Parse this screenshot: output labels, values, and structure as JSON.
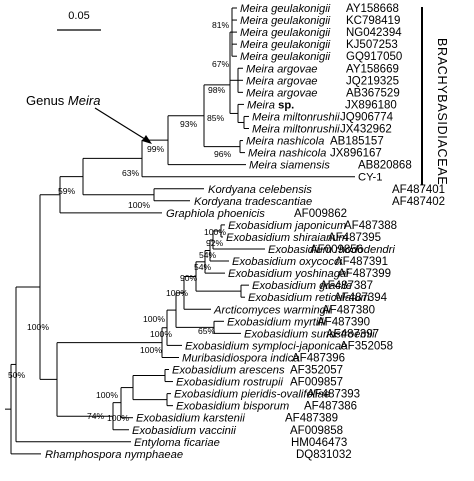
{
  "scale_bar": {
    "label": "0.05"
  },
  "family_label": "BRACHYBASIDIACEAE",
  "clade_annotation": {
    "prefix": "Genus ",
    "genus": "Meira"
  },
  "taxa": [
    {
      "name": "Meira geulakonigii",
      "accession": "AY158668"
    },
    {
      "name": "Meira geulakonigii",
      "accession": "KC798419"
    },
    {
      "name": "Meira geulakonigii",
      "accession": "NG042394"
    },
    {
      "name": "Meira geulakonigii",
      "accession": "KJ507253"
    },
    {
      "name": "Meira geulakonigii",
      "accession": "GQ917050"
    },
    {
      "name": "Meira argovae",
      "accession": "AY158669"
    },
    {
      "name": "Meira argovae",
      "accession": "JQ219325"
    },
    {
      "name": "Meira argovae",
      "accession": "AB367529"
    },
    {
      "name": "Meira sp.",
      "accession": "JX896180"
    },
    {
      "name": "Meira miltonrushii",
      "accession": "JQ906774"
    },
    {
      "name": "Meira miltonrushii",
      "accession": "JX432962"
    },
    {
      "name": "Meira nashicola",
      "accession": "AB185157"
    },
    {
      "name": "Meira nashicola",
      "accession": "JX896167"
    },
    {
      "name": "Meira siamensis",
      "accession": "AB820868"
    },
    {
      "name": "CY-1",
      "accession": ""
    },
    {
      "name": "Kordyana celebensis",
      "accession": "AF487401"
    },
    {
      "name": "Kordyana tradescantiae",
      "accession": "AF487402"
    },
    {
      "name": "Graphiola phoenicis",
      "accession": "AF009862"
    },
    {
      "name": "Exobasidium japonicum",
      "accession": "AF487388"
    },
    {
      "name": "Exobasidium shiraianum",
      "accession": "AF487395"
    },
    {
      "name": "Exobasidium rhododendri",
      "accession": "AF009856"
    },
    {
      "name": "Exobasidium oxycocci",
      "accession": "AF487391"
    },
    {
      "name": "Exobasidium yoshinagai",
      "accession": "AF487399"
    },
    {
      "name": "Exobasidium gracile",
      "accession": "AF487387"
    },
    {
      "name": "Exobasidium reticulatum",
      "accession": "AF487394"
    },
    {
      "name": "Arcticomyces warmingii",
      "accession": "AF487380"
    },
    {
      "name": "Exobasidium myrtilli",
      "accession": "AF487390"
    },
    {
      "name": "Exobasidium sundstroemii",
      "accession": "AF487397"
    },
    {
      "name": "Exobasidium symploci-japonicae",
      "accession": "AF352058"
    },
    {
      "name": "Muribasidiospora indica",
      "accession": "AF487396"
    },
    {
      "name": "Exobasidium arescens",
      "accession": "AF352057"
    },
    {
      "name": "Exobasidium rostrupii",
      "accession": "AF009857"
    },
    {
      "name": "Exobasidium pieridis-ovalifoliae",
      "accession": "AF487393"
    },
    {
      "name": "Exobasidium bisporum",
      "accession": "AF487386"
    },
    {
      "name": "Exobasidium karstenii",
      "accession": "AF487389"
    },
    {
      "name": "Exobasidium vaccinii",
      "accession": "AF009858"
    },
    {
      "name": "Entyloma ficariae",
      "accession": "HM046473"
    },
    {
      "name": "Rhamphospora nymphaeae",
      "accession": "DQ831032"
    }
  ],
  "bootstrap": [
    {
      "id": "b81",
      "label": "81%"
    },
    {
      "id": "b67",
      "label": "67%"
    },
    {
      "id": "b98",
      "label": "98%"
    },
    {
      "id": "b85",
      "label": "85%"
    },
    {
      "id": "b93",
      "label": "93%"
    },
    {
      "id": "b96",
      "label": "96%"
    },
    {
      "id": "b99",
      "label": "99%"
    },
    {
      "id": "b63",
      "label": "63%"
    },
    {
      "id": "b59",
      "label": "59%"
    },
    {
      "id": "b100k",
      "label": "100%"
    },
    {
      "id": "b100e1",
      "label": "100%"
    },
    {
      "id": "b92",
      "label": "92%"
    },
    {
      "id": "b54a",
      "label": "54%"
    },
    {
      "id": "b54b",
      "label": "54%"
    },
    {
      "id": "b90",
      "label": "90%"
    },
    {
      "id": "b100e2",
      "label": "100%"
    },
    {
      "id": "b100e3",
      "label": "100%"
    },
    {
      "id": "b65",
      "label": "65%"
    },
    {
      "id": "b100e4",
      "label": "100%"
    },
    {
      "id": "b100main",
      "label": "100%"
    },
    {
      "id": "b100e5",
      "label": "100%"
    },
    {
      "id": "b100e6",
      "label": "100%"
    },
    {
      "id": "b74",
      "label": "74%"
    },
    {
      "id": "b100e7",
      "label": "100%"
    },
    {
      "id": "b50",
      "label": "50%"
    }
  ]
}
